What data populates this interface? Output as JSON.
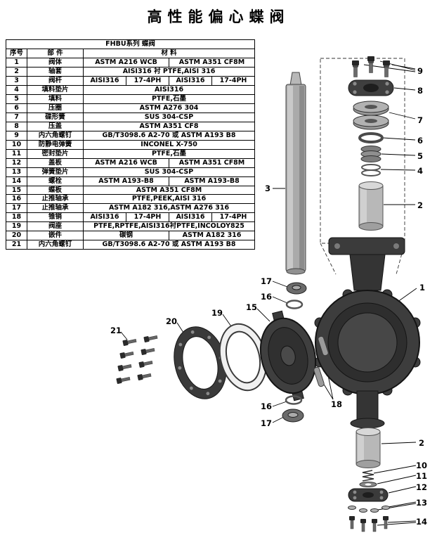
{
  "title": "高性能偏心蝶阀",
  "table": {
    "series_label": "FHBU系列 蝶阀",
    "headers": {
      "no": "序号",
      "part": "部  件",
      "material": "材      料"
    },
    "rows": [
      {
        "no": "1",
        "part": "阀体",
        "materials": [
          "ASTM A216 WCB",
          "ASTM A351 CF8M"
        ]
      },
      {
        "no": "2",
        "part": "轴套",
        "materials": [
          "AISI316 衬 PTFE,AISI 316"
        ]
      },
      {
        "no": "3",
        "part": "阀杆",
        "materials": [
          "AISI316",
          "17-4PH",
          "AISI316",
          "17-4PH"
        ]
      },
      {
        "no": "4",
        "part": "填料垫片",
        "materials": [
          "AISI316"
        ]
      },
      {
        "no": "5",
        "part": "填料",
        "materials": [
          "PTFE,石墨"
        ]
      },
      {
        "no": "6",
        "part": "压圈",
        "materials": [
          "ASTM A276 304"
        ]
      },
      {
        "no": "7",
        "part": "碟形簧",
        "materials": [
          "SUS 304-CSP"
        ]
      },
      {
        "no": "8",
        "part": "压盖",
        "materials": [
          "ASTM A351 CF8"
        ]
      },
      {
        "no": "9",
        "part": "内六角螺钉",
        "materials": [
          "GB/T3098.6 A2-70 或 ASTM A193 B8"
        ]
      },
      {
        "no": "10",
        "part": "防静电弹簧",
        "materials": [
          "INCONEL X-750"
        ]
      },
      {
        "no": "11",
        "part": "密封垫片",
        "materials": [
          "PTFE,石墨"
        ]
      },
      {
        "no": "12",
        "part": "盖板",
        "materials": [
          "ASTM A216 WCB",
          "ASTM A351 CF8M"
        ]
      },
      {
        "no": "13",
        "part": "弹簧垫片",
        "materials": [
          "SUS 304-CSP"
        ]
      },
      {
        "no": "14",
        "part": "螺栓",
        "materials": [
          "ASTM A193-B8",
          "ASTM A193-B8"
        ]
      },
      {
        "no": "15",
        "part": "蝶板",
        "materials": [
          "ASTM A351 CF8M"
        ]
      },
      {
        "no": "16",
        "part": "止推轴承",
        "materials": [
          "PTFE,PEEK,AISI 316"
        ]
      },
      {
        "no": "17",
        "part": "止推轴承",
        "materials": [
          "ASTM A182 316,ASTM A276 316"
        ]
      },
      {
        "no": "18",
        "part": "锥销",
        "materials": [
          "AISI316",
          "17-4PH",
          "AISI316",
          "17-4PH"
        ]
      },
      {
        "no": "19",
        "part": "阀座",
        "materials": [
          "PTFE,RPTFE,AISI316衬PTFE,INCOLOY825"
        ]
      },
      {
        "no": "20",
        "part": "嵌件",
        "materials": [
          "碳钢",
          "ASTM A182 316"
        ]
      },
      {
        "no": "21",
        "part": "内六角螺钉",
        "materials": [
          "GB/T3098.6 A2-70 或 ASTM A193 B8"
        ]
      }
    ]
  },
  "diagram": {
    "callouts": [
      "9",
      "8",
      "7",
      "6",
      "5",
      "4",
      "2",
      "3",
      "1",
      "17",
      "16",
      "15",
      "19",
      "20",
      "21",
      "18",
      "16",
      "17",
      "2",
      "10",
      "11",
      "12",
      "13",
      "14"
    ]
  }
}
